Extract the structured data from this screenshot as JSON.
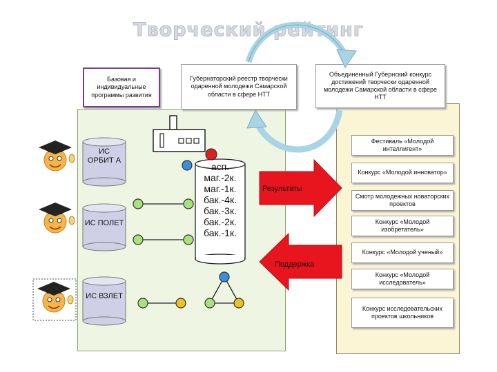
{
  "title": "Творческий рейтинг",
  "boxes": {
    "base_programs": "Базовая и индивидуальные программы развития",
    "governor_registry": "Губернаторский реестр творчески одаренной молодежи Самарской области в сфере НТТ",
    "united_contest": "Объединенный Губернский конкурс достижений творчески одаренной молодежи Самарской области в сфере НТТ"
  },
  "systems": {
    "orbita": "ИС ОРБИТ А",
    "polet": "ИС ПОЛЕТ",
    "vzlet": "ИС ВЗЛЕТ"
  },
  "levels": [
    "асп.",
    "маг.-2к.",
    "маг.-1к.",
    "бак.-4к.",
    "бак.-3к.",
    "бак.-2к.",
    "бак.-1к."
  ],
  "arrows": {
    "results": "Результаты",
    "support": "Поддержка"
  },
  "contests": [
    "Фестиваль «Молодой интеллигент»",
    "Конкурс «Молодой инноватор»",
    "Смотр молодежных новаторских проектов",
    "Конкурс «Молодой изобретатель»",
    "Конкурс «Молодой ученый»",
    "Конкурс «Молодой исследователь»",
    "Конкурс исследовательских проектов школьников"
  ],
  "colors": {
    "node_green": "#a8e27a",
    "node_blue": "#3a8ee0",
    "node_yellow": "#f0c020",
    "node_red": "#e02020",
    "arrow_red": "#e8141e",
    "cycle_blue": "#a9d4e6"
  }
}
